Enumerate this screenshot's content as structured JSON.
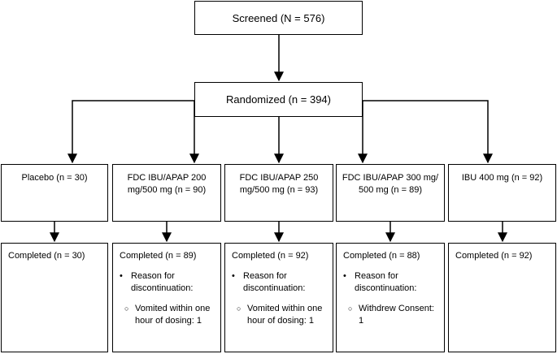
{
  "screened": "Screened (N = 576)",
  "randomized": "Randomized (n = 394)",
  "arms": [
    {
      "title": "Placebo (n = 30)",
      "completed": "Completed (n = 30)",
      "reason_label": "",
      "reason": ""
    },
    {
      "title": "FDC IBU/APAP 200 mg/500 mg (n = 90)",
      "completed": "Completed (n = 89)",
      "reason_label": "Reason for discontinuation:",
      "reason": "Vomited within one hour of dosing: 1"
    },
    {
      "title": "FDC IBU/APAP 250 mg/500 mg (n = 93)",
      "completed": "Completed (n = 92)",
      "reason_label": "Reason for discontinuation:",
      "reason": "Vomited within one hour of dosing: 1"
    },
    {
      "title": "FDC IBU/APAP 300 mg/ 500 mg (n = 89)",
      "completed": "Completed (n = 88)",
      "reason_label": "Reason for discontinuation:",
      "reason": "Withdrew Consent: 1"
    },
    {
      "title": "IBU 400 mg (n = 92)",
      "completed": "Completed (n = 92)",
      "reason_label": "",
      "reason": ""
    }
  ],
  "bullet": "•",
  "sub_bullet": "○"
}
